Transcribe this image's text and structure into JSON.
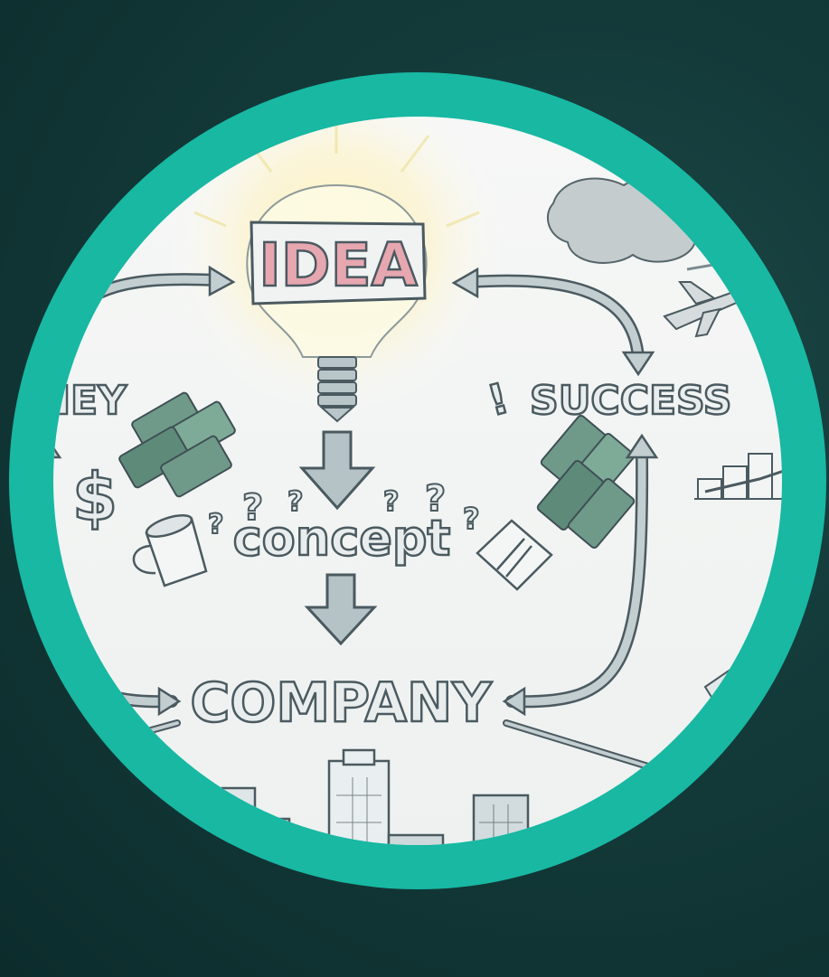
{
  "diagram": {
    "labels": {
      "idea": "IDEA",
      "money": "MONEY",
      "percent": "%",
      "dollar": "$",
      "success": "SUCCESS",
      "exclamation": "!",
      "concept": "concept",
      "company": "COMPANY",
      "euro": "€"
    },
    "question_marks": [
      "?",
      "?",
      "?",
      "?",
      "?",
      "?"
    ]
  },
  "colors": {
    "background": "#133a39",
    "ring": "#18b8a3",
    "paper": "#f3f5f4",
    "ink": "#4a5a60",
    "arrow_fill": "#b5c3c6",
    "idea_fill": "#e7a7b0",
    "glow": "#fff3a6",
    "money_green": "#6f9a8a"
  }
}
